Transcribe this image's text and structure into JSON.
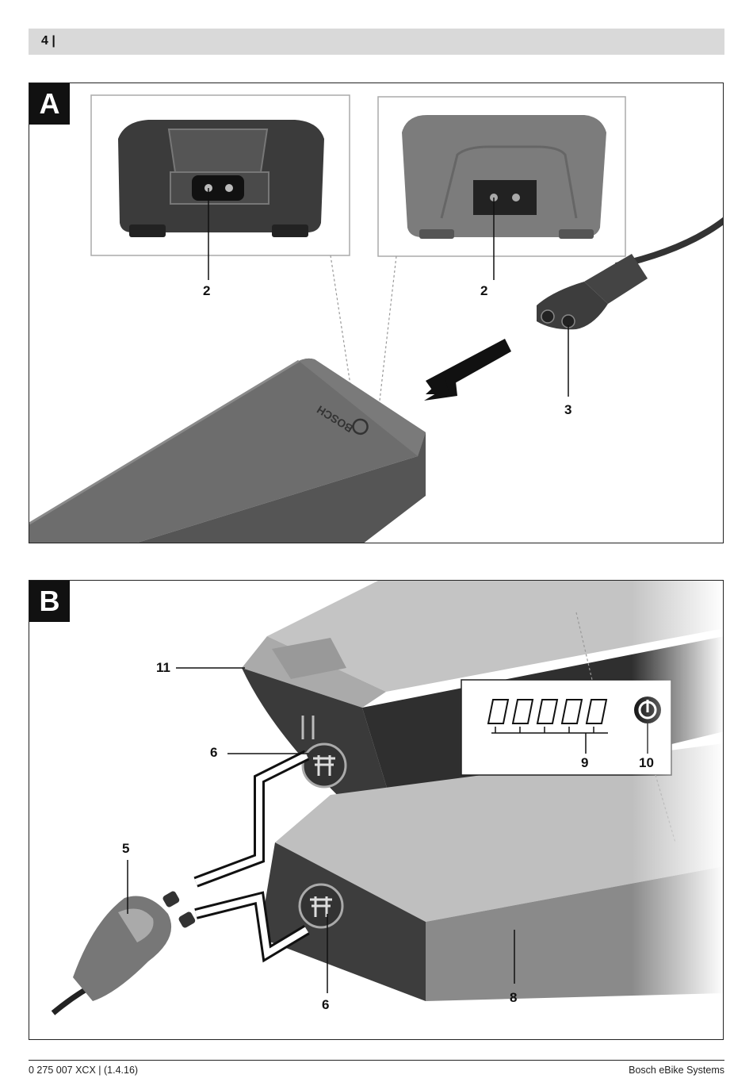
{
  "header": {
    "page_number": "4 |"
  },
  "figure_a": {
    "letter": "A",
    "callouts": {
      "left_socket": "2",
      "right_socket": "2",
      "plug": "3"
    },
    "brand_logo": "BOSCH"
  },
  "figure_b": {
    "letter": "B",
    "callouts": {
      "battery_top": "11",
      "socket_top": "6",
      "charger_plug": "5",
      "socket_bottom": "6",
      "battery_body": "8",
      "led_display": "9",
      "power_button": "10"
    }
  },
  "footer": {
    "left": "0 275 007 XCX | (1.4.16)",
    "right": "Bosch eBike Systems"
  },
  "colors": {
    "dark_device": "#3a3a3a",
    "mid_gray": "#7a7a7a",
    "light_gray": "#bdbdbd",
    "header_gray": "#d9d9d9"
  }
}
